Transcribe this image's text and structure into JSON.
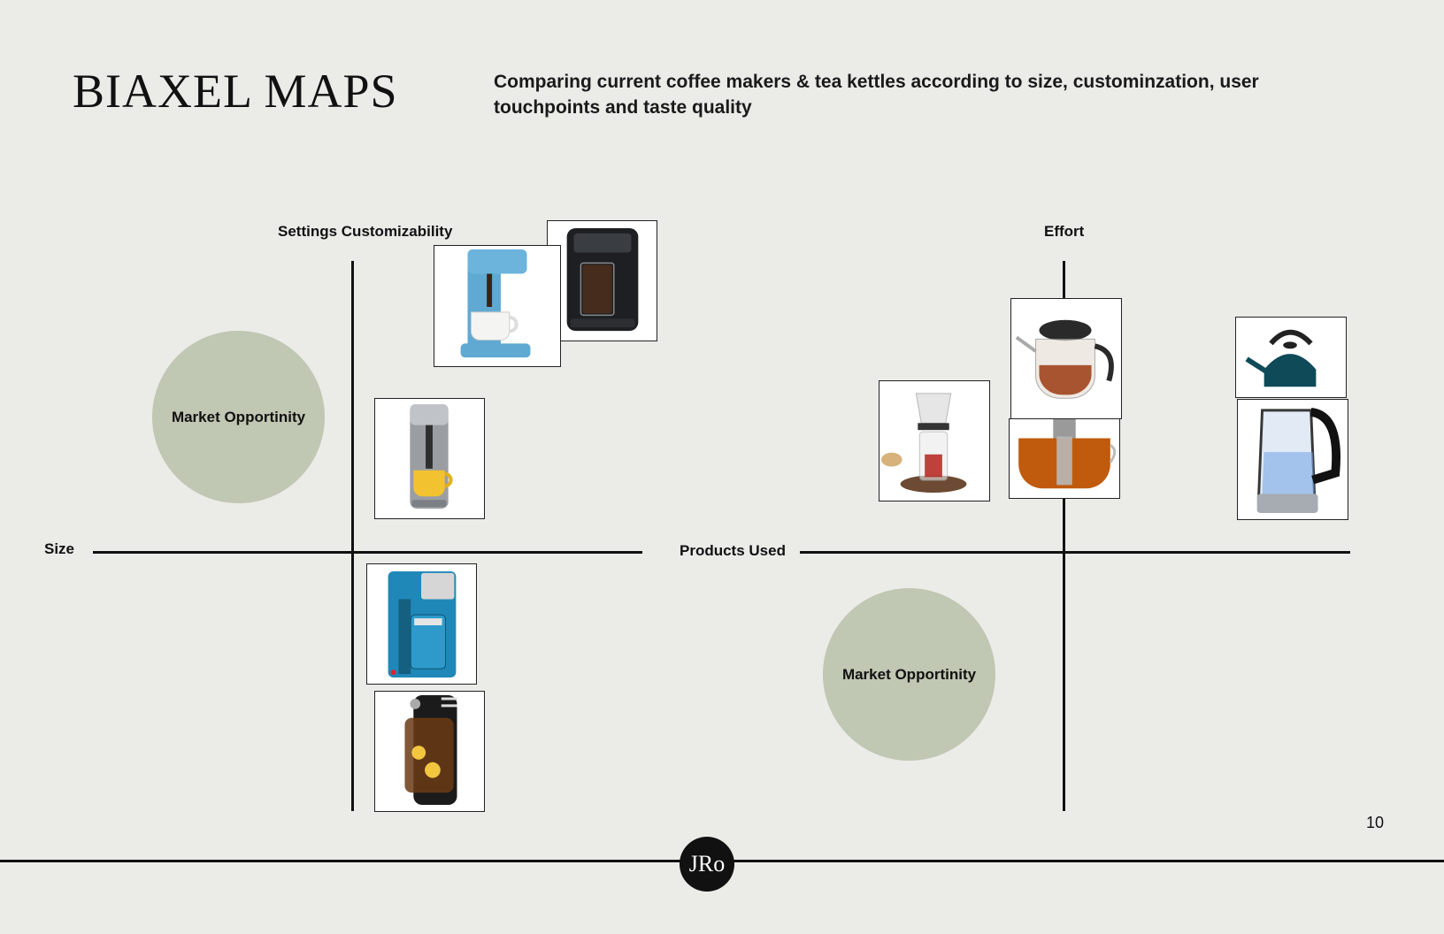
{
  "header": {
    "title": "BIAXEL MAPS",
    "subtitle": "Comparing current coffee makers & tea kettles according to size, custominzation, user touchpoints and taste quality"
  },
  "left_map": {
    "y_axis_label": "Settings Customizability",
    "x_axis_label": "Size",
    "opportunity_label": "Market Opportinity"
  },
  "right_map": {
    "y_axis_label": "Effort",
    "x_axis_label": "Products Used",
    "opportunity_label": "Market Opportinity"
  },
  "footer": {
    "page_number": "10",
    "logo_text": "JRo"
  },
  "colors": {
    "background": "#EBEBE8",
    "opportunity_circle": "#C0C7B2",
    "axis": "#111111"
  },
  "products": [
    {
      "id": "keurig-blue",
      "icon": "blue-single-serve-coffee-maker"
    },
    {
      "id": "keurig-black",
      "icon": "black-pod-coffee-maker"
    },
    {
      "id": "keurig-mini-gray",
      "icon": "gray-mini-coffee-maker"
    },
    {
      "id": "teal-coffee-maker",
      "icon": "teal-drip-coffee-maker"
    },
    {
      "id": "iced-tea-maker",
      "icon": "iced-tea-maker"
    },
    {
      "id": "glass-tea-brewer",
      "icon": "glass-tea-brewer"
    },
    {
      "id": "glass-teapot-lid",
      "icon": "glass-teapot"
    },
    {
      "id": "glass-teapot-infuser",
      "icon": "glass-teapot-infuser"
    },
    {
      "id": "stovetop-kettle",
      "icon": "stovetop-kettle"
    },
    {
      "id": "electric-glass-kettle",
      "icon": "electric-glass-kettle"
    }
  ]
}
